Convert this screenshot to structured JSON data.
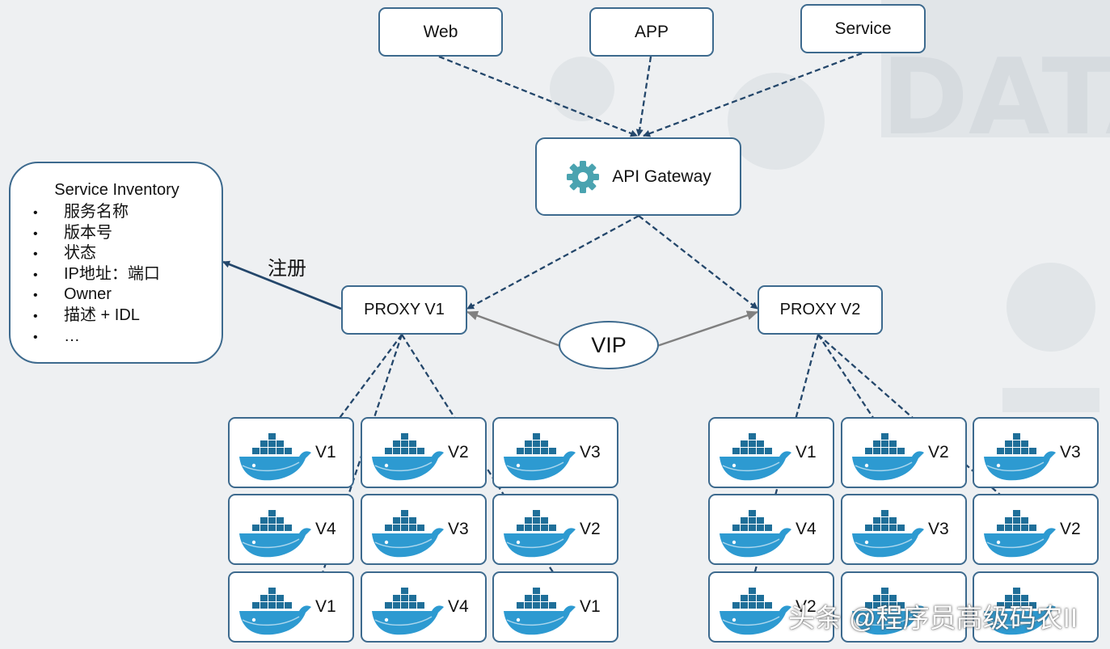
{
  "clients": {
    "web": "Web",
    "app": "APP",
    "service": "Service"
  },
  "gateway": {
    "label": "API Gateway",
    "icon": "gear-icon",
    "icon_color": "#4aa3b0"
  },
  "inventory": {
    "title": "Service Inventory",
    "bullet": "•",
    "items": [
      "服务名称",
      "版本号",
      "状态",
      "IP地址：端口",
      "Owner",
      "描述 + IDL",
      "…"
    ]
  },
  "register_label": "注册",
  "proxies": {
    "v1": "PROXY V1",
    "v2": "PROXY V2"
  },
  "vip": "VIP",
  "left_cluster": [
    [
      "V1",
      "V2",
      "V3"
    ],
    [
      "V4",
      "V3",
      "V2"
    ],
    [
      "V1",
      "V4",
      "V1"
    ]
  ],
  "right_cluster": [
    [
      "V1",
      "V2",
      "V3"
    ],
    [
      "V4",
      "V3",
      "V2"
    ],
    [
      "V2",
      "",
      ""
    ]
  ],
  "watermark": "头条 @程序员高级码农II",
  "colors": {
    "border": "#3d6a8e",
    "dashed_arrow": "#24476b",
    "vip_arrow": "#808080",
    "whale": "#2d9ad1"
  }
}
